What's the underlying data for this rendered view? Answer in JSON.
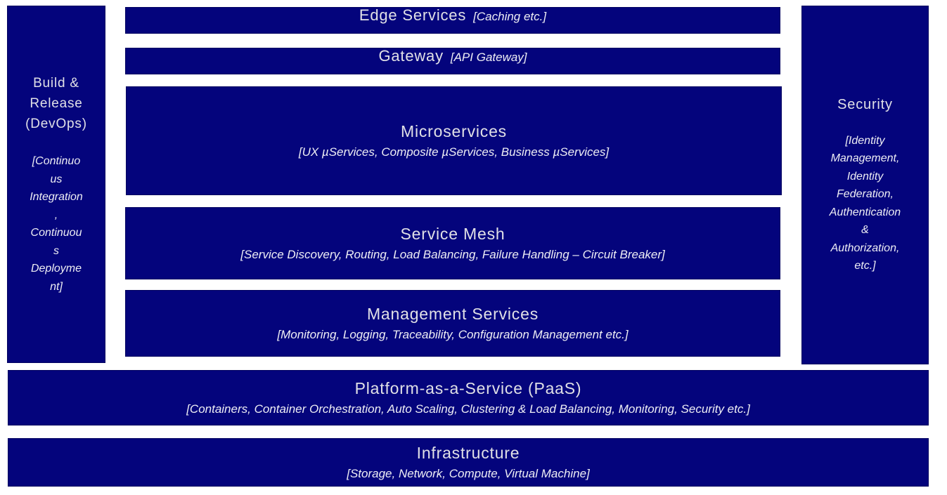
{
  "colors": {
    "box_background": "#04047C",
    "box_border": "#02025F",
    "title_text": "#E0E0E6",
    "subtitle_text": "#EEEEF4",
    "page_background": "#FFFFFF"
  },
  "diagram": {
    "build_release": {
      "title": "Build &\nRelease\n(DevOps)",
      "subtitle": "[Continuo\nus\nIntegration\n,\nContinuou\ns\nDeployme\nnt]"
    },
    "edge_services": {
      "title": "Edge Services",
      "subtitle": "[Caching etc.]"
    },
    "gateway": {
      "title": "Gateway",
      "subtitle": "[API Gateway]"
    },
    "microservices": {
      "title": "Microservices",
      "subtitle": "[UX µServices, Composite µServices, Business µServices]"
    },
    "service_mesh": {
      "title": "Service Mesh",
      "subtitle": "[Service Discovery, Routing,  Load Balancing, Failure Handling – Circuit Breaker]"
    },
    "management_services": {
      "title": "Management Services",
      "subtitle": "[Monitoring, Logging, Traceability, Configuration Management etc.]"
    },
    "security": {
      "title": "Security",
      "subtitle": "[Identity\nManagement,\nIdentity\nFederation,\nAuthentication\n&\nAuthorization,\netc.]"
    },
    "paas": {
      "title": "Platform-as-a-Service (PaaS)",
      "subtitle": "[Containers, Container Orchestration, Auto Scaling, Clustering & Load Balancing, Monitoring, Security etc.]"
    },
    "infrastructure": {
      "title": "Infrastructure",
      "subtitle": "[Storage, Network, Compute, Virtual Machine]"
    }
  }
}
